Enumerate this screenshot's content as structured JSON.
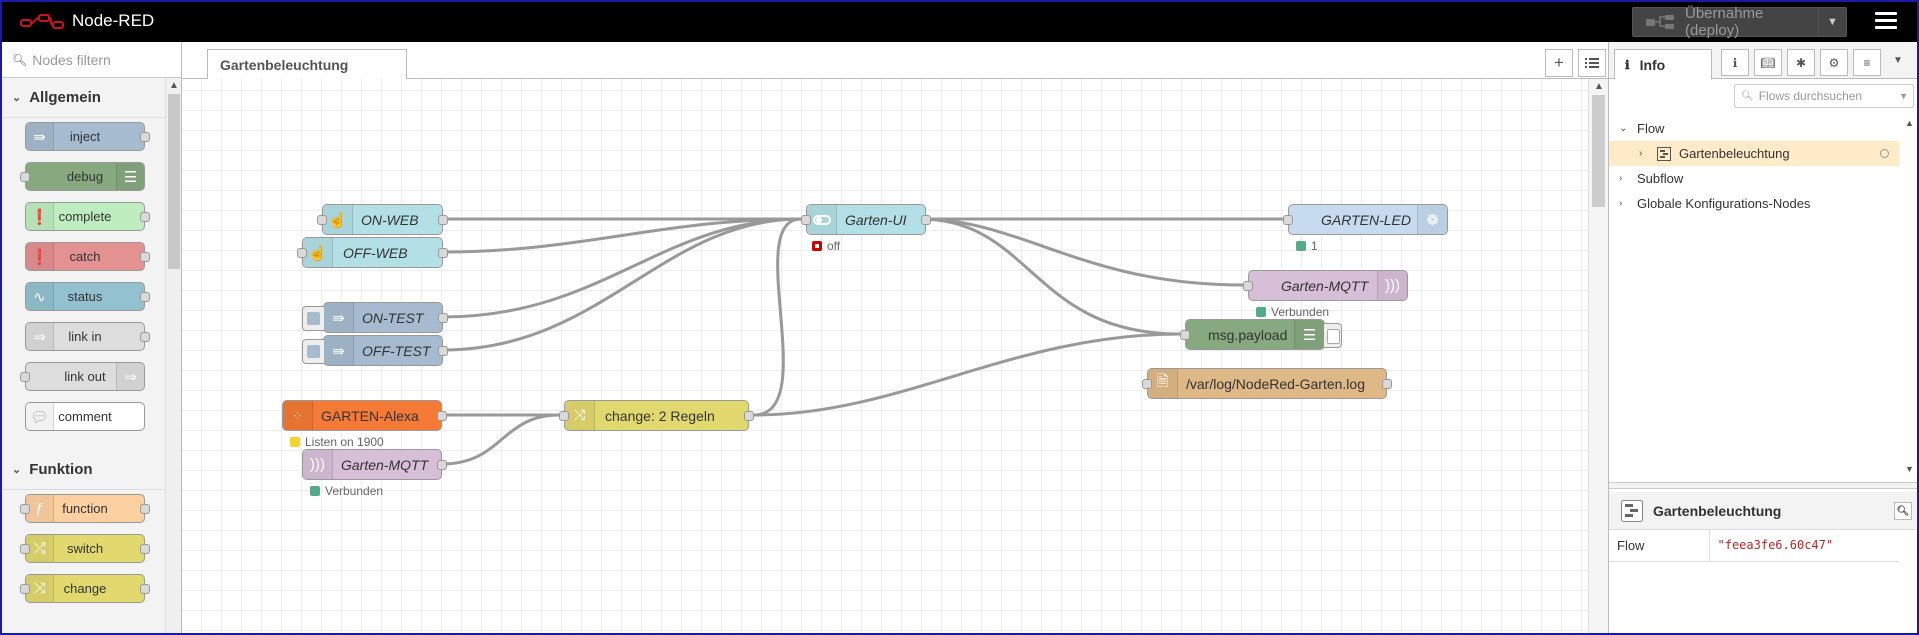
{
  "header": {
    "app_name": "Node-RED",
    "deploy_label": "Übernahme (deploy)"
  },
  "palette": {
    "search_placeholder": "Nodes filtern",
    "categories": [
      {
        "label": "Allgemein",
        "nodes": [
          {
            "label": "inject",
            "color": "#a6bbcf",
            "icon": "inject-icon",
            "icon_side": "left",
            "ports": [
              "out"
            ]
          },
          {
            "label": "debug",
            "color": "#87a980",
            "icon": "debug-icon",
            "icon_side": "right",
            "ports": [
              "in"
            ]
          },
          {
            "label": "complete",
            "color": "#c0edc0",
            "icon": "complete-icon",
            "icon_side": "left",
            "ports": [
              "out"
            ]
          },
          {
            "label": "catch",
            "color": "#e49191",
            "icon": "catch-icon",
            "icon_side": "left",
            "ports": [
              "out"
            ]
          },
          {
            "label": "status",
            "color": "#94c1d0",
            "icon": "status-icon",
            "icon_side": "left",
            "ports": [
              "out"
            ]
          },
          {
            "label": "link in",
            "color": "#dddddd",
            "icon": "link-in-icon",
            "icon_side": "left",
            "ports": [
              "out"
            ]
          },
          {
            "label": "link out",
            "color": "#dddddd",
            "icon": "link-out-icon",
            "icon_side": "right",
            "ports": [
              "in"
            ]
          },
          {
            "label": "comment",
            "color": "#ffffff",
            "icon": "comment-icon",
            "icon_side": "left",
            "ports": []
          }
        ]
      },
      {
        "label": "Funktion",
        "nodes": [
          {
            "label": "function",
            "color": "#fdd0a2",
            "icon": "function-icon",
            "icon_side": "left",
            "ports": [
              "in",
              "out"
            ]
          },
          {
            "label": "switch",
            "color": "#e2d96e",
            "icon": "switch-icon",
            "icon_side": "left",
            "ports": [
              "in",
              "out"
            ]
          },
          {
            "label": "change",
            "color": "#e2d96e",
            "icon": "change-icon",
            "icon_side": "left",
            "ports": [
              "in",
              "out"
            ]
          }
        ]
      }
    ]
  },
  "workspace": {
    "tab_label": "Gartenbeleuchtung",
    "nodes": {
      "on_web": {
        "label": "ON-WEB",
        "color": "#b3e0e6"
      },
      "off_web": {
        "label": "OFF-WEB",
        "color": "#b3e0e6"
      },
      "on_test": {
        "label": "ON-TEST",
        "color": "#a6bbcf"
      },
      "off_test": {
        "label": "OFF-TEST",
        "color": "#a6bbcf"
      },
      "garten_alexa": {
        "label": "GARTEN-Alexa",
        "color": "#f47a35",
        "status": "Listen on 1900",
        "status_color": "#f5d32a"
      },
      "garten_mqtt_in": {
        "label": "Garten-MQTT",
        "color": "#d8bfd8",
        "status": "Verbunden",
        "status_color": "#5a8"
      },
      "change": {
        "label": "change: 2 Regeln",
        "color": "#e2d96e"
      },
      "garten_ui": {
        "label": "Garten-UI",
        "color": "#b3e0e6",
        "status": "off",
        "status_color": "#c00"
      },
      "garten_led": {
        "label": "GARTEN-LED",
        "color": "#c6dbef",
        "status": "1",
        "status_color": "#5a8"
      },
      "garten_mqtt_out": {
        "label": "Garten-MQTT",
        "color": "#d8bfd8",
        "status": "Verbunden",
        "status_color": "#5a8"
      },
      "msg_payload": {
        "label": "msg.payload",
        "color": "#87a980"
      },
      "file_log": {
        "label": "/var/log/NodeRed-Garten.log",
        "color": "#deb887"
      }
    }
  },
  "sidebar": {
    "tab_label": "Info",
    "search_placeholder": "Flows durchsuchen",
    "tree": {
      "flow_label": "Flow",
      "flow_child": "Gartenbeleuchtung",
      "subflow_label": "Subflow",
      "global_label": "Globale Konfigurations-Nodes"
    },
    "properties": {
      "title": "Gartenbeleuchtung",
      "row_key": "Flow",
      "row_value": "\"feea3fe6.60c47\""
    }
  }
}
